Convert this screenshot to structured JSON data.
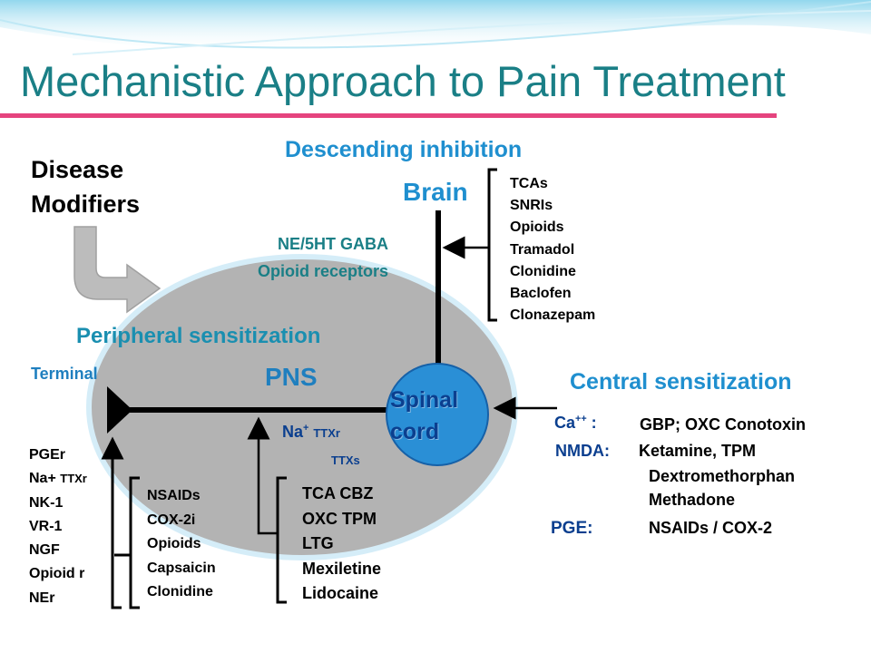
{
  "title": "Mechanistic Approach to Pain Treatment",
  "disease_modifiers": [
    "Disease",
    "Modifiers"
  ],
  "descending_inhibition": "Descending inhibition",
  "brain": "Brain",
  "brain_drugs": [
    "TCAs",
    "SNRIs",
    "Opioids",
    "Tramadol",
    "Clonidine",
    "Baclofen",
    "Clonazepam"
  ],
  "receptors": [
    "NE/5HT GABA",
    "Opioid receptors"
  ],
  "peripheral_sensitization": "Peripheral sensitization",
  "terminal": "Terminal",
  "pns": "PNS",
  "spinal_cord": [
    "Spinal",
    "cord"
  ],
  "central_sensitization": "Central sensitization",
  "na_channels": {
    "na": "Na",
    "na_sup": "+",
    "ttxr": "TTXr",
    "ttxs": "TTXs"
  },
  "terminal_targets": {
    "pger": "PGEr",
    "na": "Na+",
    "na_ttxr": "TTXr",
    "rest": [
      "NK-1",
      "VR-1",
      "NGF",
      "Opioid r",
      "NEr"
    ]
  },
  "peripheral_drugs": [
    "NSAIDs",
    "COX-2i",
    "Opioids",
    "Capsaicin",
    "Clonidine"
  ],
  "channel_drugs": [
    "TCA CBZ",
    "OXC TPM",
    "LTG",
    "Mexiletine",
    "Lidocaine"
  ],
  "central_drugs": {
    "ca_label": "Ca",
    "ca_sup": "++",
    "ca_colon": " :",
    "ca_drugs": "GBP; OXC Conotoxin",
    "nmda_label": "NMDA:",
    "nmda_drugs": [
      "Ketamine, TPM",
      "Dextromethorphan",
      "Methadone"
    ],
    "pge_label": "PGE:",
    "pge_drugs": "NSAIDs / COX-2"
  },
  "colors": {
    "title": "#1a7f86",
    "heading": "#1f8fcf",
    "accent_bar": "#e5447e",
    "oval": "#b3b3b3",
    "spinal_cord": "#2a8fd6"
  }
}
